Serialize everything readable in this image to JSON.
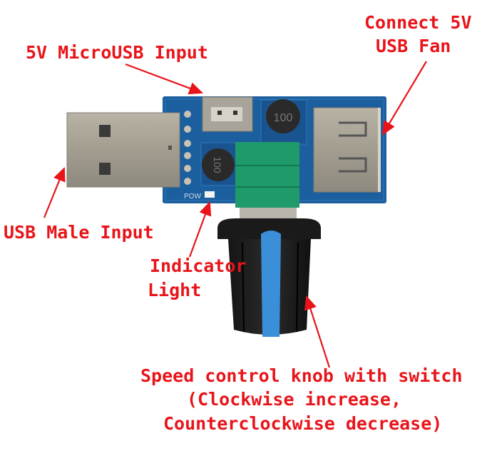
{
  "labels": {
    "microusb_input": "5V MicroUSB Input",
    "fan_line1": "Connect 5V",
    "fan_line2": "USB Fan",
    "usb_male_input": "USB Male Input",
    "indicator_line1": "Indicator",
    "indicator_line2": "Light",
    "knob_line1": "Speed control knob with switch",
    "knob_line2": "(Clockwise increase,",
    "knob_line3": "Counterclockwise decrease)"
  },
  "board_markings": {
    "inductor_top": "100",
    "inductor_left": "100",
    "power_silk": "POW"
  },
  "colors": {
    "annotation": "#e8141a",
    "pcb": "#1b5f9e",
    "potentiometer": "#1f9a6a",
    "knob_stripe": "#3a8fd8"
  }
}
